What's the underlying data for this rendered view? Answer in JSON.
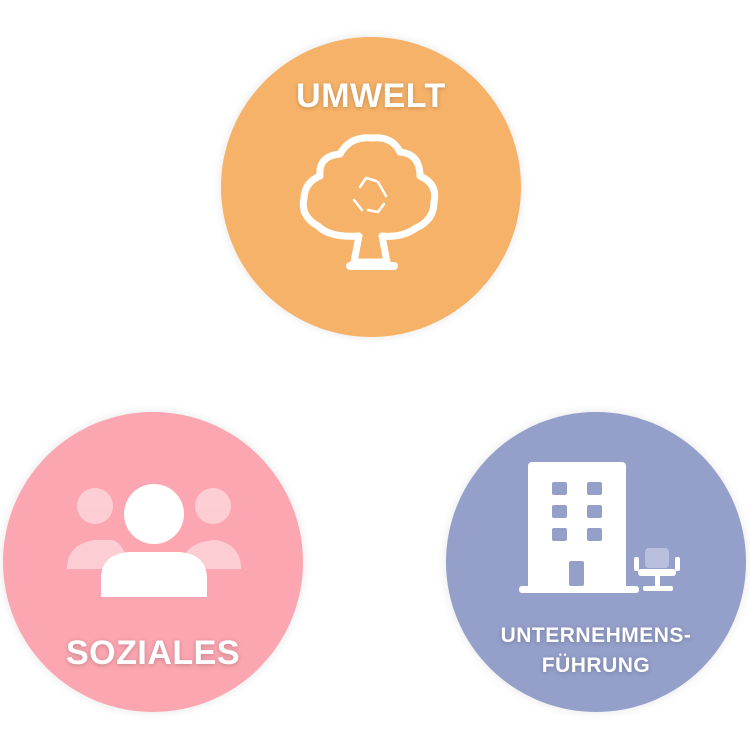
{
  "colors": {
    "umwelt": "#F6B268",
    "soziales": "#FBA6B0",
    "unternehmensfuehrung": "#949FCA",
    "icon": "#FFFFFF"
  },
  "nodes": {
    "umwelt": {
      "label": "UMWELT",
      "icon": "tree-recycle-icon"
    },
    "soziales": {
      "label": "SOZIALES",
      "icon": "people-group-icon"
    },
    "unternehmensfuehrung": {
      "label_line1": "UNTERNEHMENS-",
      "label_line2": "FÜHRUNG",
      "icon": "office-building-chair-icon"
    }
  }
}
